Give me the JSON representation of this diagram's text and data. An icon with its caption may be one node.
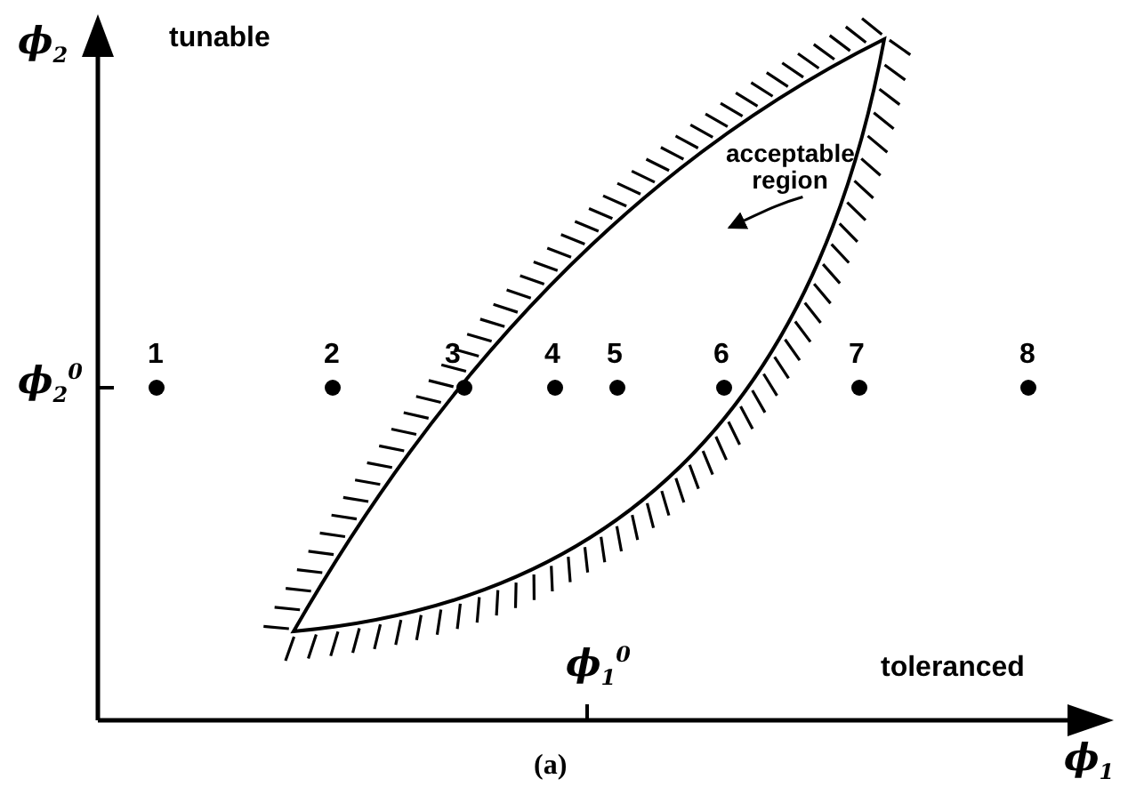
{
  "diagram": {
    "caption": "(a)",
    "nodes": [
      {
        "text": [],
        "shape": "lens"
      },
      {
        "text": [
          "acceptable region"
        ],
        "in": 0
      }
    ],
    "edges": [
      {
        "from": 1,
        "to": 0,
        "arrow": "to"
      }
    ],
    "labels": [
      "ϕ$_{2}$",
      "tunable",
      "1",
      "2",
      "3",
      "4",
      "5",
      "6",
      "7",
      "8",
      "ϕ$_{2}$$^{0}$",
      "ϕ$_{1}$$^{0}$",
      "toleranced",
      "ϕ$_{1}$"
    ]
  }
}
